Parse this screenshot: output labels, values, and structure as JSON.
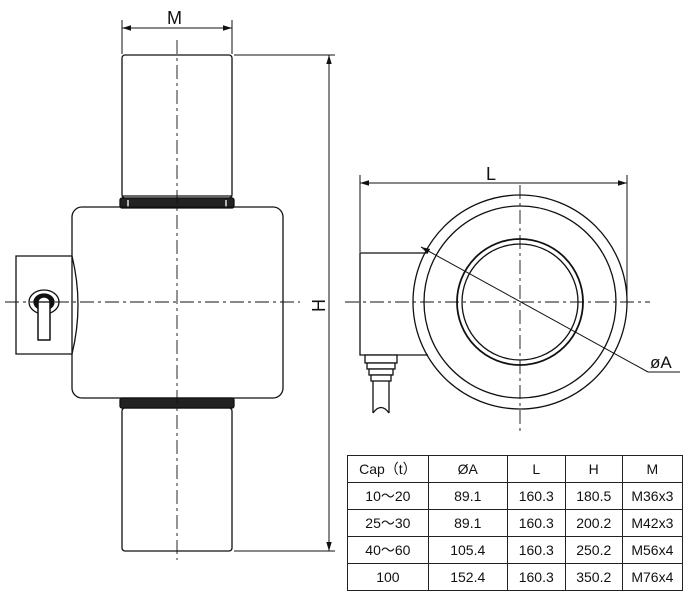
{
  "dimensions": {
    "M": "M",
    "H": "H",
    "L": "L",
    "A": "øA"
  },
  "table": {
    "headers": [
      "Cap（t）",
      "ØA",
      "L",
      "H",
      "M"
    ],
    "rows": [
      [
        "10～20",
        "89.1",
        "160.3",
        "180.5",
        "M36x3"
      ],
      [
        "25～30",
        "89.1",
        "160.3",
        "200.2",
        "M42x3"
      ],
      [
        "40～60",
        "105.4",
        "160.3",
        "250.2",
        "M56x4"
      ],
      [
        "100",
        "152.4",
        "160.3",
        "350.2",
        "M76x4"
      ]
    ]
  }
}
